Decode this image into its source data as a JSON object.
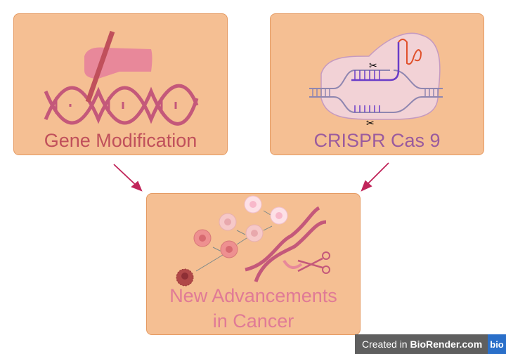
{
  "boxes": {
    "gene_modification": {
      "title": "Gene Modification",
      "color": "#c0505b"
    },
    "crispr": {
      "title": "CRISPR Cas 9",
      "color": "#9a5b9e"
    },
    "cancer": {
      "title_line1": "New Advancements",
      "title_line2": "in Cancer",
      "color": "#e07a96"
    }
  },
  "arrow_color": "#c1255a",
  "badge": {
    "prefix": "Created in ",
    "brand": "BioRender.com",
    "logo": "bio"
  }
}
